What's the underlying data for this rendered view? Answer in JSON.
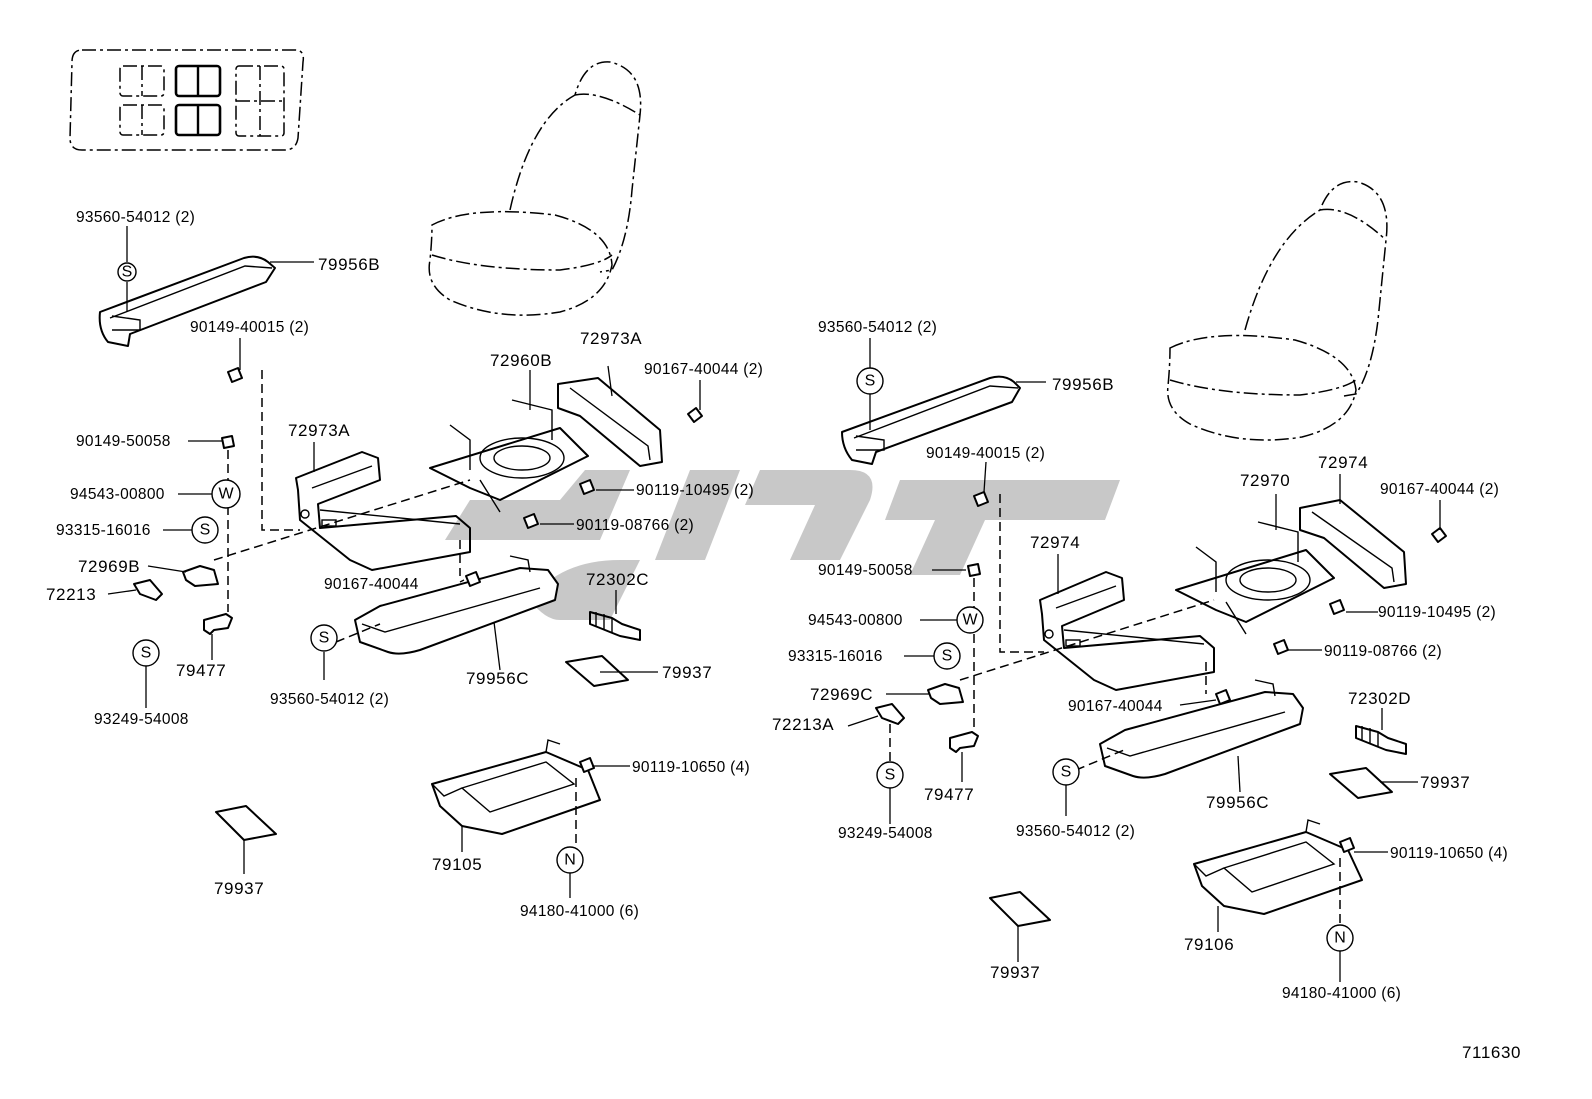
{
  "diagram_id": "711630",
  "symbols": {
    "s": "S",
    "w": "W",
    "n": "N"
  },
  "left": {
    "labels": {
      "screw_armrest_top": "93560-54012 (2)",
      "armrest_top": "79956B",
      "bolt_upper": "90149-40015 (2)",
      "cover_72973a_right": "72973A",
      "hinge_72960b": "72960B",
      "screw_90167_top": "90167-40044 (2)",
      "cover_72973a_left": "72973A",
      "bolt_90149_50058": "90149-50058",
      "washer_94543": "94543-00800",
      "screw_93315": "93315-16016",
      "bolt_90119_10495": "90119-10495 (2)",
      "bolt_90119_08766": "90119-08766 (2)",
      "part_72969b": "72969B",
      "part_72213": "72213",
      "screw_90167_mid": "90167-40044",
      "part_72302c": "72302C",
      "part_79477": "79477",
      "armrest_lower": "79956C",
      "screw_93560_lower": "93560-54012 (2)",
      "pad_79937_a": "79937",
      "screw_93249": "93249-54008",
      "bolt_90119_10650": "90119-10650 (4)",
      "frame_79105": "79105",
      "pad_79937_b": "79937",
      "nut_94180": "94180-41000 (6)"
    }
  },
  "right": {
    "labels": {
      "screw_armrest_top": "93560-54012 (2)",
      "armrest_top": "79956B",
      "bolt_upper": "90149-40015 (2)",
      "cover_72974_top": "72974",
      "hinge_72970": "72970",
      "screw_90167_top": "90167-40044 (2)",
      "cover_72974_left": "72974",
      "bolt_90149_50058": "90149-50058",
      "washer_94543": "94543-00800",
      "screw_93315": "93315-16016",
      "bolt_90119_10495": "90119-10495 (2)",
      "bolt_90119_08766": "90119-08766 (2)",
      "part_72969c": "72969C",
      "part_72213a": "72213A",
      "screw_90167_mid": "90167-40044",
      "part_72302d": "72302D",
      "part_79477": "79477",
      "armrest_lower": "79956C",
      "screw_93560_lower": "93560-54012 (2)",
      "pad_79937_a": "79937",
      "screw_93249": "93249-54008",
      "bolt_90119_10650": "90119-10650 (4)",
      "frame_79106": "79106",
      "pad_79937_b": "79937",
      "nut_94180": "94180-41000 (6)"
    }
  }
}
